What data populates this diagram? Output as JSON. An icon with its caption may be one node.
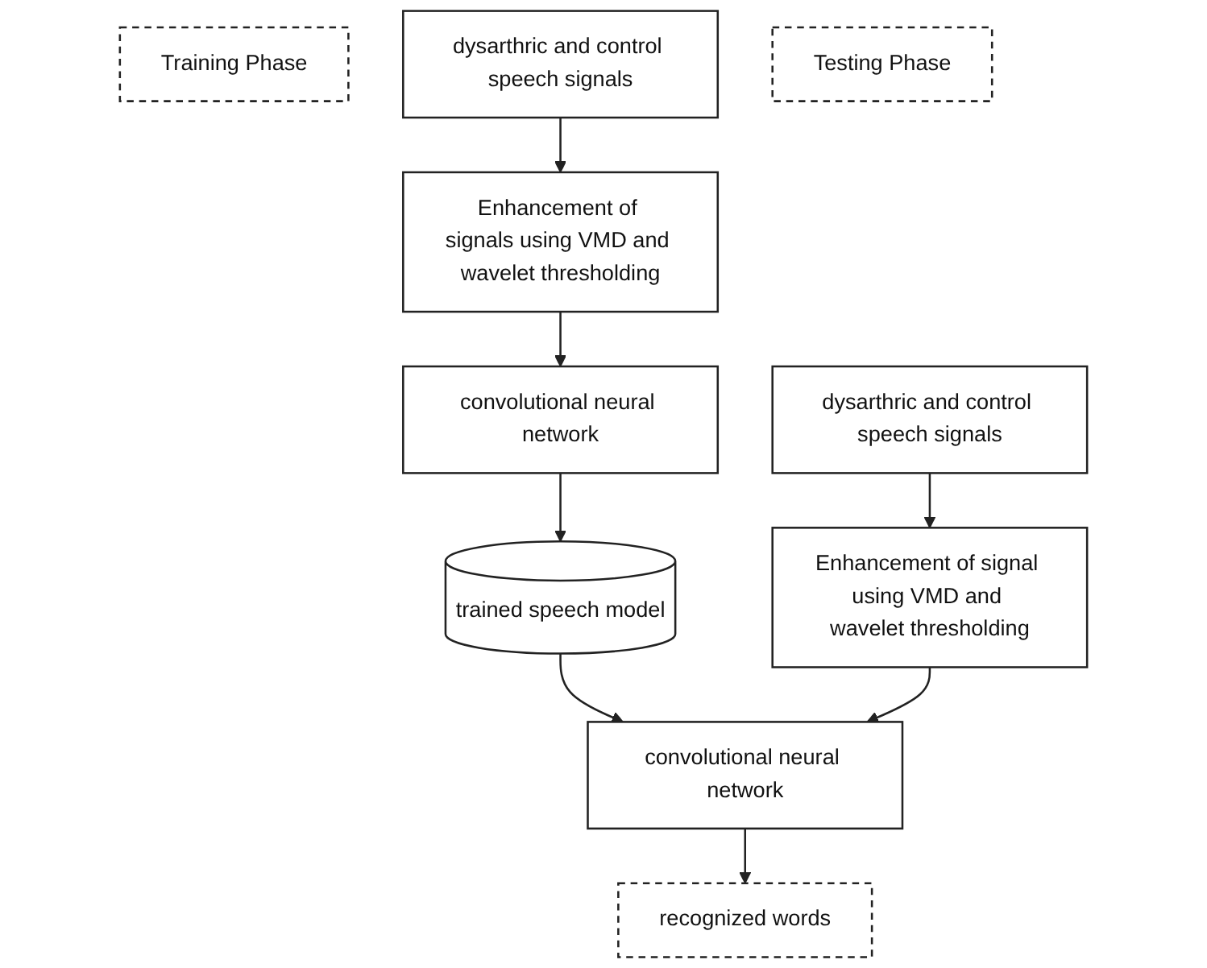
{
  "diagram": {
    "nodes": [
      {
        "text": [
          "Training Phase"
        ]
      },
      {
        "text": [
          "dysarthric and control speech signals"
        ]
      },
      {
        "text": [
          "Enhancement of signals using VMD and wavelet thresholding"
        ]
      },
      {
        "text": [
          "convolutional neural network"
        ]
      },
      {
        "text": [
          "trained speech model"
        ]
      },
      {
        "text": [
          "Testing Phase"
        ]
      },
      {
        "text": [
          "dysarthric and control speech signals"
        ]
      },
      {
        "text": [
          "Enhancement of signal using VMD and wavelet thresholding"
        ]
      },
      {
        "text": [
          "convolutional neural network"
        ]
      },
      {
        "text": [
          "recognized words"
        ]
      }
    ],
    "edges": [
      {
        "from": 1,
        "to": 2,
        "arrow": "to"
      },
      {
        "from": 2,
        "to": 3,
        "arrow": "to"
      },
      {
        "from": 3,
        "to": 4,
        "arrow": "to"
      },
      {
        "from": 4,
        "to": 8,
        "arrow": "to"
      },
      {
        "from": 6,
        "to": 7,
        "arrow": "to"
      },
      {
        "from": 7,
        "to": 8,
        "arrow": "to"
      },
      {
        "from": 8,
        "to": 9,
        "arrow": "to"
      }
    ]
  }
}
